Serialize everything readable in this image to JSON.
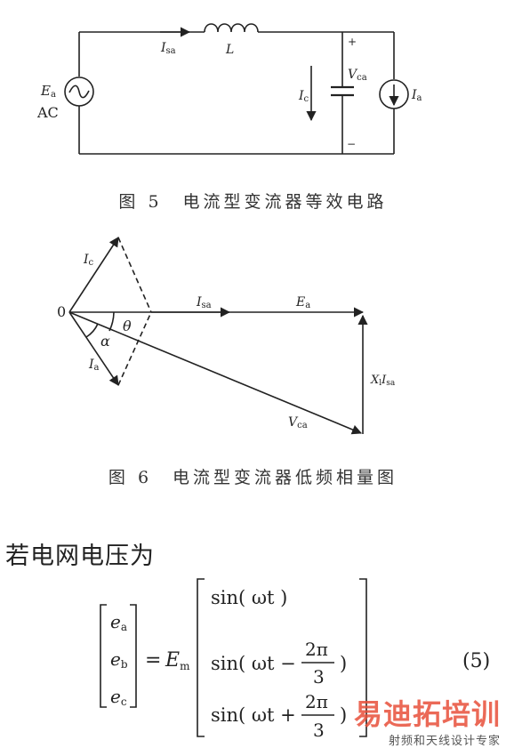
{
  "fig5": {
    "caption": "图 5　电流型变流器等效电路",
    "labels": {
      "isa": "I",
      "isa_sub": "sa",
      "L": "L",
      "plus": "+",
      "minus": "−",
      "vca": "V",
      "vca_sub": "ca",
      "ic": "I",
      "ic_sub": "c",
      "ia": "I",
      "ia_sub": "a",
      "ea": "E",
      "ea_sub": "a",
      "ac": "AC"
    }
  },
  "fig6": {
    "caption": "图 6　电流型变流器低频相量图",
    "labels": {
      "origin": "0",
      "ic": "I",
      "ic_sub": "c",
      "ia": "I",
      "ia_sub": "a",
      "alpha": "α",
      "theta": "θ",
      "isa": "I",
      "isa_sub": "sa",
      "ea": "E",
      "ea_sub": "a",
      "xl": "X",
      "xl_sub": "l",
      "xl_i": "I",
      "xl_i_sub": "sa",
      "vca": "V",
      "vca_sub": "ca"
    }
  },
  "text": {
    "intro": "若电网电压为"
  },
  "equation": {
    "lhs": [
      "e",
      "e",
      "e"
    ],
    "lhs_sub": [
      "a",
      "b",
      "c"
    ],
    "eq": "=",
    "em": "E",
    "em_sub": "m",
    "row1": "sin( ωt )",
    "row2": "sin( ωt −",
    "row3": "sin( ωt +",
    "frac_num": "2π",
    "frac_den": "3",
    "close": ")",
    "number": "(5)"
  },
  "watermark": {
    "main": "易迪拓培训",
    "sub": "射频和天线设计专家"
  }
}
